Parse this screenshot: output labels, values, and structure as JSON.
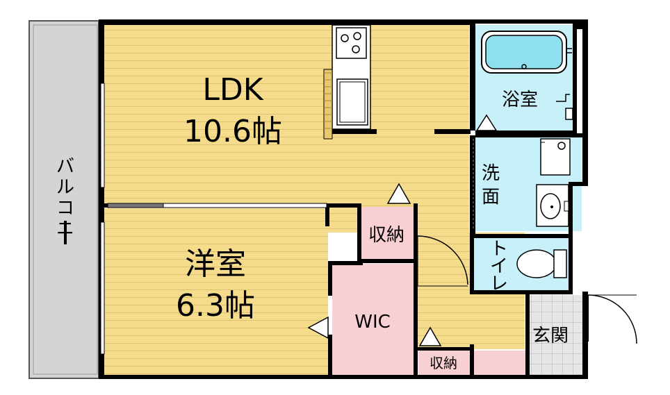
{
  "rooms": {
    "ldk": {
      "name": "LDK",
      "size": "10.6帖"
    },
    "western": {
      "name": "洋室",
      "size": "6.3帖"
    },
    "bath": {
      "name": "浴室"
    },
    "washroom": {
      "chars": [
        "洗",
        "面"
      ]
    },
    "toilet": {
      "chars": [
        "ト",
        "イ",
        "レ"
      ]
    },
    "storage_main": {
      "name": "収納"
    },
    "storage_small": {
      "name": "収納"
    },
    "wic": {
      "name": "WIC"
    },
    "entrance": {
      "name": "玄関"
    },
    "balcony": {
      "chars": [
        "バ",
        "ル",
        "コ",
        "ニ",
        "ー"
      ]
    }
  },
  "colors": {
    "floor_wood": "#f5dc8c",
    "floor_line": "#dcc070",
    "wet_area": "#c8f0f8",
    "storage": "#f8d0d4",
    "entrance_tile": "#e6e6e6",
    "balcony": "#d4d4d4",
    "wall": "#000000"
  }
}
